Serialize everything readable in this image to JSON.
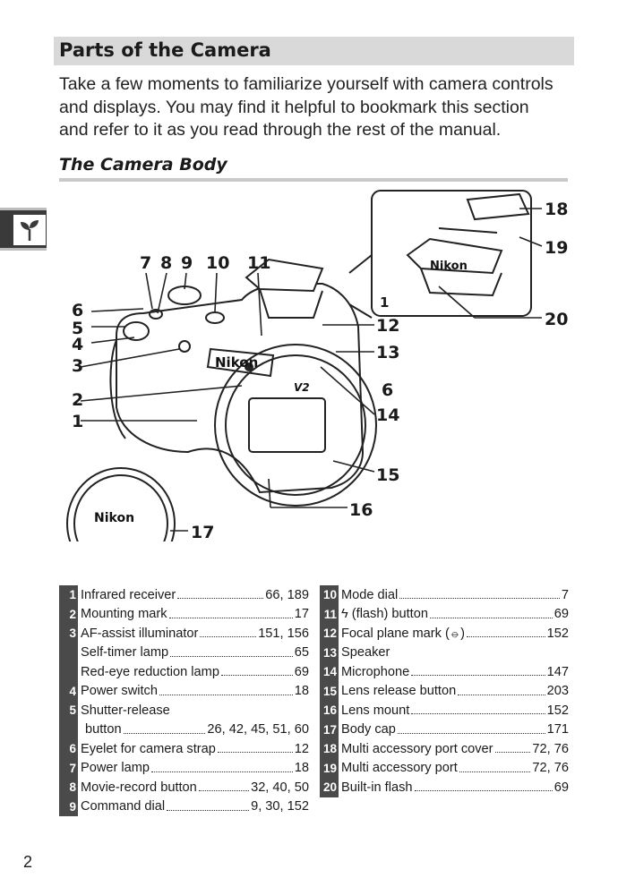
{
  "header": {
    "section_title": "Parts of the Camera",
    "intro_lines": [
      "Take a few moments to familiarize yourself with camera controls",
      "and displays.  You may find it helpful to bookmark this section",
      "and refer to it as you read through the rest of the manual."
    ],
    "subsection_title": "The Camera Body"
  },
  "diagram": {
    "callouts": [
      "1",
      "2",
      "3",
      "4",
      "5",
      "6",
      "7",
      "8",
      "9",
      "10",
      "11",
      "12",
      "13",
      "14",
      "15",
      "16",
      "17",
      "18",
      "19",
      "20"
    ],
    "brand": "Nikon",
    "model": "V2"
  },
  "parts_left": [
    {
      "num": "1",
      "label": "Infrared receiver",
      "pages": "66, 189"
    },
    {
      "num": "2",
      "label": "Mounting mark",
      "pages": "17"
    },
    {
      "num": "3",
      "label": "AF-assist illuminator",
      "pages": "151, 156"
    },
    {
      "num": "",
      "label": "Self-timer lamp",
      "pages": "65"
    },
    {
      "num": "",
      "label": "Red-eye reduction lamp",
      "pages": "69"
    },
    {
      "num": "4",
      "label": "Power switch",
      "pages": "18"
    },
    {
      "num": "5",
      "label": "Shutter-release",
      "pages": ""
    },
    {
      "num": "",
      "label": "button",
      "pages": "26, 42, 45, 51, 60"
    },
    {
      "num": "6",
      "label": "Eyelet for camera strap",
      "pages": "12"
    },
    {
      "num": "7",
      "label": "Power lamp",
      "pages": "18"
    },
    {
      "num": "8",
      "label": "Movie-record button",
      "pages": "32, 40, 50"
    },
    {
      "num": "9",
      "label": "Command dial",
      "pages": "9, 30, 152"
    }
  ],
  "parts_right": [
    {
      "num": "10",
      "label": "Mode dial",
      "pages": "7"
    },
    {
      "num": "11",
      "label": "ϟ (flash) button",
      "pages": "69"
    },
    {
      "num": "12",
      "label": "Focal plane mark (⦵)",
      "pages": "152"
    },
    {
      "num": "13",
      "label": "Speaker",
      "pages": ""
    },
    {
      "num": "14",
      "label": "Microphone",
      "pages": "147"
    },
    {
      "num": "15",
      "label": "Lens release button",
      "pages": "203"
    },
    {
      "num": "16",
      "label": "Lens mount",
      "pages": "152"
    },
    {
      "num": "17",
      "label": "Body cap",
      "pages": "171"
    },
    {
      "num": "18",
      "label": "Multi accessory port cover",
      "pages": "72, 76"
    },
    {
      "num": "19",
      "label": "Multi accessory port",
      "pages": "72, 76"
    },
    {
      "num": "20",
      "label": "Built-in flash",
      "pages": "69"
    }
  ],
  "footer": {
    "page_number": "2"
  }
}
